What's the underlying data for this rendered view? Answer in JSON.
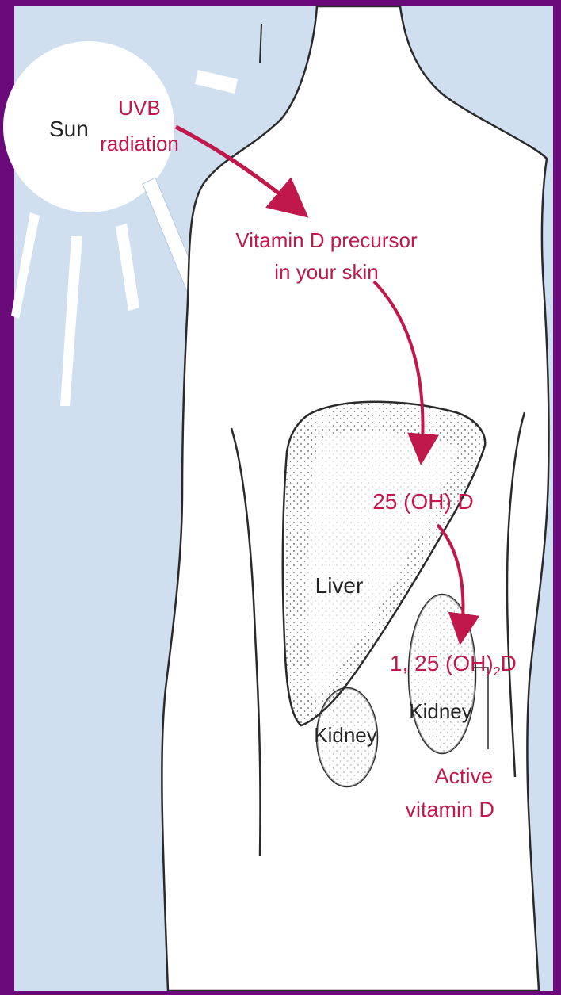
{
  "colors": {
    "frame": "#6a0a7a",
    "sky": "#cfdff0",
    "sun": "#ffffff",
    "body_fill": "#ffffff",
    "outline": "#2a2a2a",
    "accent": "#c0184a",
    "label_dark": "#222222"
  },
  "labels": {
    "sun": "Sun",
    "uvb_line1": "UVB",
    "uvb_line2": "radiation",
    "precursor_line1": "Vitamin D precursor",
    "precursor_line2": "in your skin",
    "hydroxy_d": "25 (OH) D",
    "liver": "Liver",
    "active_form": "1, 25 (OH)",
    "active_form_sub": "2",
    "active_form_end": "D",
    "kidney_left": "Kidney",
    "kidney_right": "Kidney",
    "active_line1": "Active",
    "active_line2": "vitamin D"
  }
}
